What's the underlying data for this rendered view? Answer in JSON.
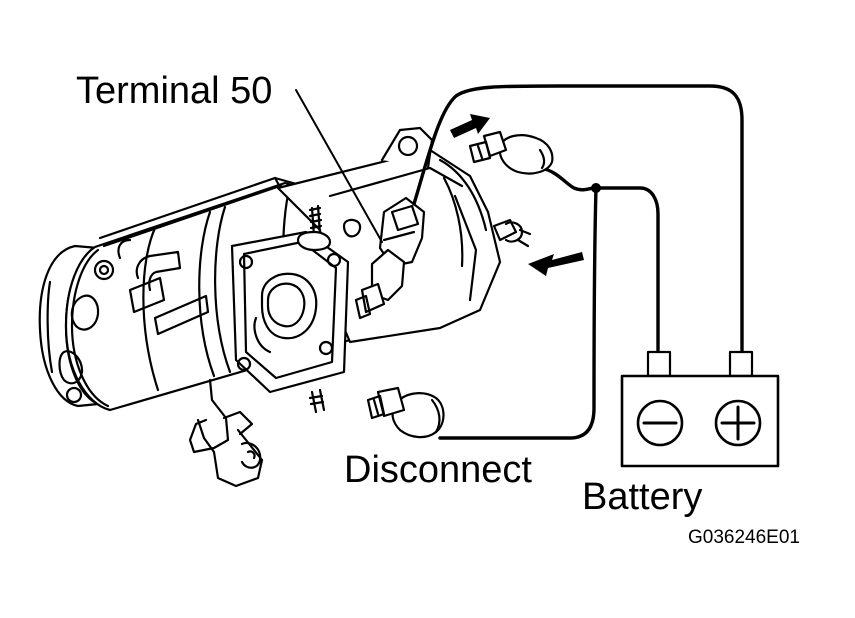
{
  "labels": {
    "terminal": "Terminal 50",
    "disconnect": "Disconnect",
    "battery": "Battery",
    "figure_code": "G036246E01"
  },
  "battery": {
    "negative_symbol": "−",
    "positive_symbol": "+"
  },
  "colors": {
    "ink": "#000000",
    "paper": "#ffffff"
  }
}
